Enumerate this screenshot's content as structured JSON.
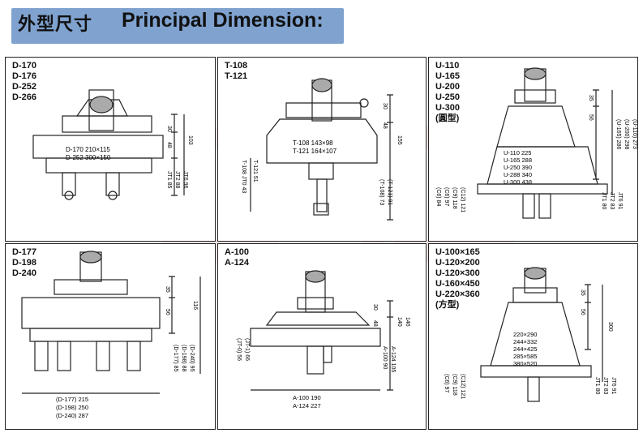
{
  "header": {
    "title_cn": "外型尺寸",
    "title_en": "Principal Dimension:"
  },
  "colors": {
    "banner": "#7fa2cf",
    "line": "#222222",
    "watermark": "#f2c9c9"
  },
  "panels": [
    {
      "models": [
        "D-170",
        "D-176",
        "D-252",
        "D-266"
      ],
      "table": [
        "D-170  210×115",
        "D-252  300×150"
      ],
      "dims_vertical": [
        "30",
        "48",
        "103"
      ],
      "dims_right": [
        "JT1 85",
        "JT2 88",
        "JT6 96"
      ]
    },
    {
      "models": [
        "T-108",
        "T-121"
      ],
      "table": [
        "T-108  143×98",
        "T-121  164×107"
      ],
      "dims_vertical": [
        "30",
        "48",
        "155"
      ],
      "dims_left": [
        "T-108  JT0 43",
        "T-121  51"
      ],
      "dims_right": [
        "(T-108) 73",
        "(T-121) 91"
      ]
    },
    {
      "models": [
        "U-110",
        "U-165",
        "U-200",
        "U-250",
        "U-300",
        "(圓型)"
      ],
      "table": [
        "U-110  225",
        "U-165  288",
        "U-250  390",
        "U-288  340",
        "U-300  438"
      ],
      "dims_vertical": [
        "35",
        "56"
      ],
      "dims_far_right": [
        "(U-165) 286",
        "(U-200) 298",
        "(U-110) 273"
      ],
      "dims_left": [
        "(C6) 84",
        "(C6) 97",
        "(C9) 118",
        "(C12) 121"
      ],
      "dims_right": [
        "JT1 80",
        "JT2 83",
        "JT6 91"
      ]
    },
    {
      "models": [
        "D-177",
        "D-198",
        "D-240"
      ],
      "dims_vertical": [
        "35",
        "56",
        "116"
      ],
      "dims_right": [
        "(D-177) 85",
        "(D-198) 88",
        "(D-240) 95"
      ],
      "dims_bottom": [
        "(D-177) 215",
        "(D-198) 250",
        "(D-240) 287"
      ]
    },
    {
      "models": [
        "A-100",
        "A-124"
      ],
      "dims_vertical": [
        "30",
        "48",
        "140",
        "146"
      ],
      "dims_left": [
        "(JT-0) 56",
        "(JT-1) 66"
      ],
      "dims_right": [
        "A-100  90",
        "A-124  105"
      ],
      "dims_bottom": [
        "A-100  190",
        "A-124  227"
      ]
    },
    {
      "models": [
        "U-100×165",
        "U-120×200",
        "U-120×300",
        "U-160×450",
        "U-220×360",
        "(方型)"
      ],
      "table": [
        "220×290",
        "244×332",
        "244×425",
        "285×585",
        "380×520"
      ],
      "dims_vertical": [
        "35",
        "56",
        "300"
      ],
      "dims_left": [
        "(C6) 97",
        "(C9) 118",
        "(C12) 121"
      ],
      "dims_right": [
        "JT1 80",
        "JT2 83",
        "JT6 91"
      ]
    }
  ]
}
